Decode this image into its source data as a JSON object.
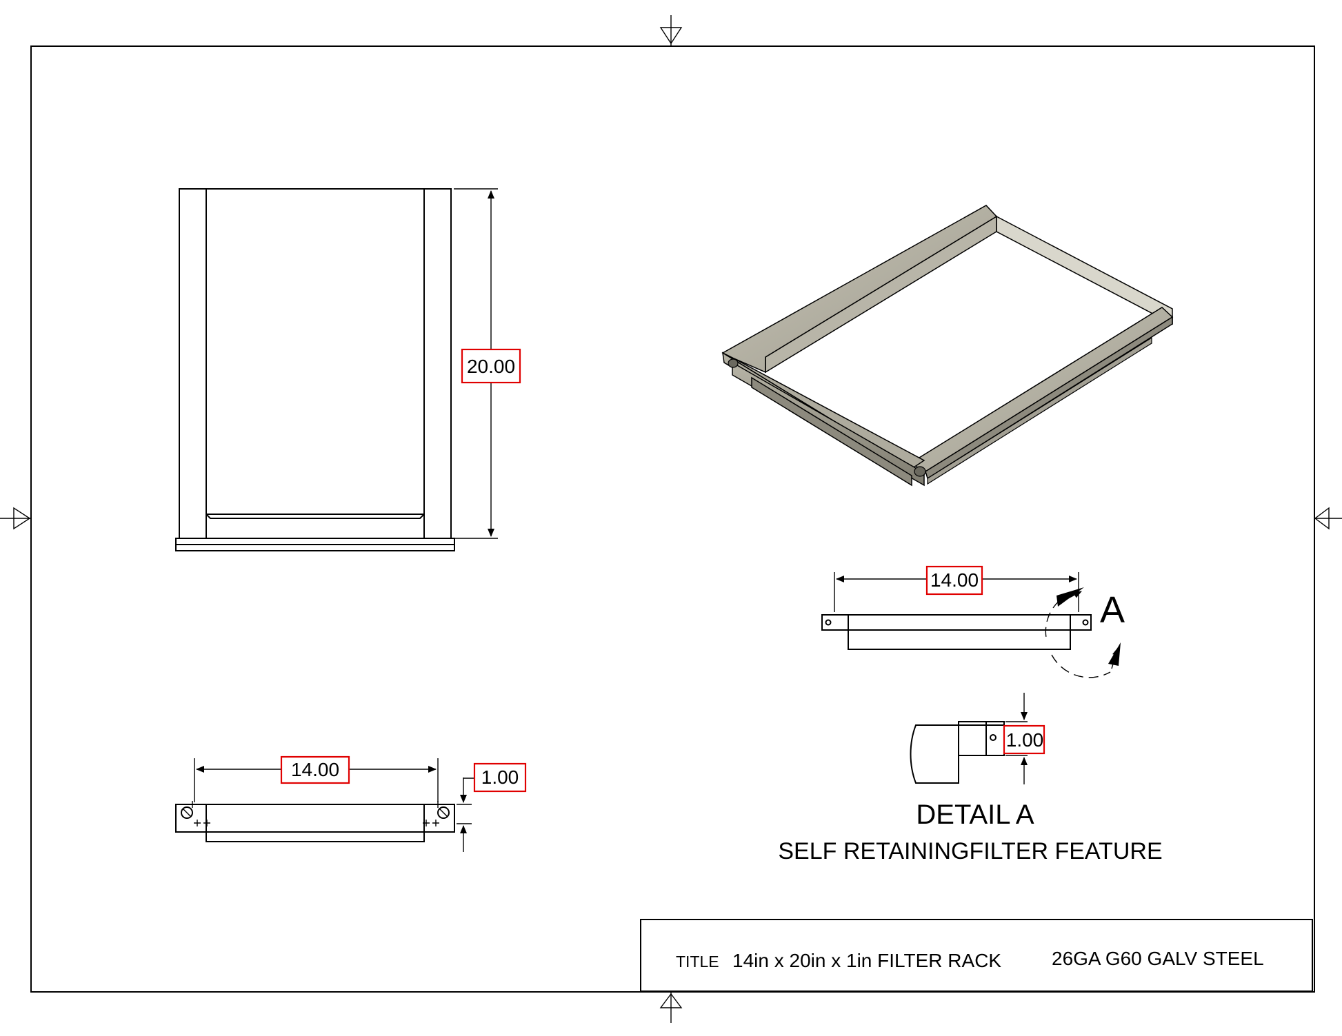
{
  "drawing": {
    "dimensions": {
      "front_height": "20.00",
      "bottom_width": "14.00",
      "bottom_depth": "1.00",
      "side_width": "14.00",
      "detail_depth": "1.00"
    },
    "detail_callout_letter": "A",
    "detail_title": "DETAIL A",
    "detail_subtitle": "SELF RETAININGFILTER FEATURE"
  },
  "title_block": {
    "title_label": "TITLE",
    "title_value": "14in x 20in x 1in FILTER RACK",
    "material": "26GA G60 GALV STEEL"
  }
}
